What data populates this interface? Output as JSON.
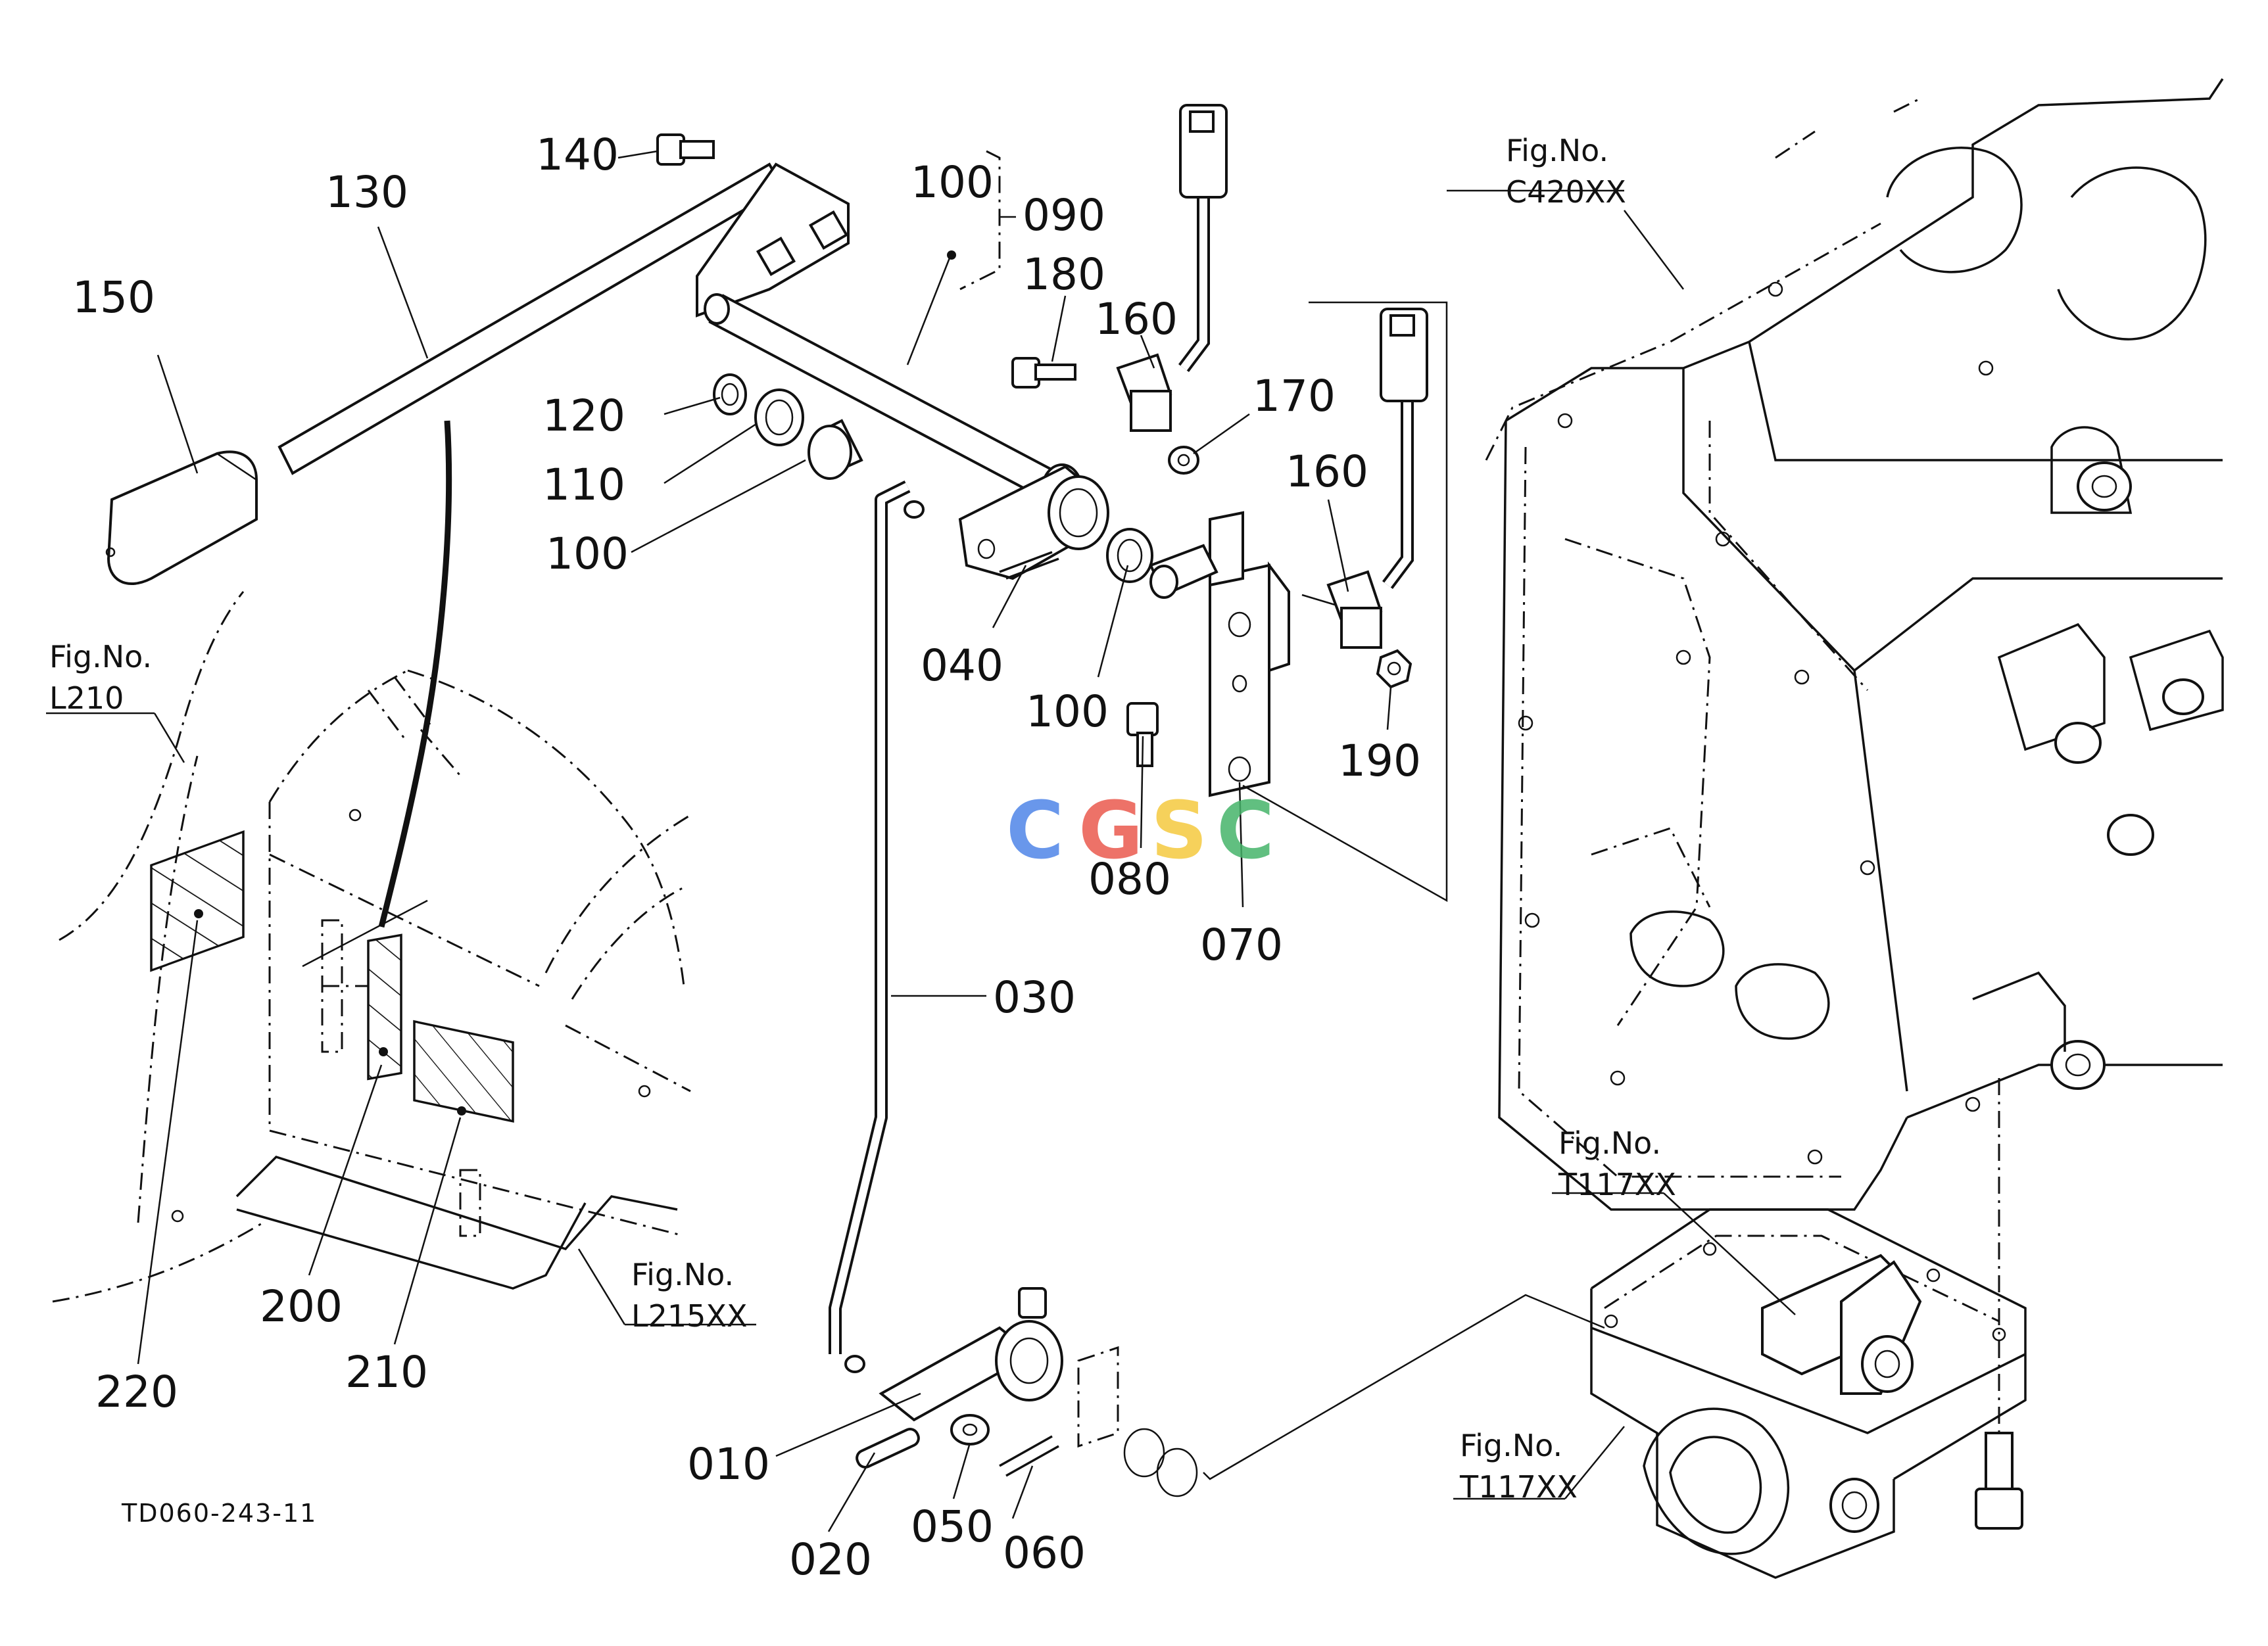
{
  "part_numbers": {
    "p010": "010",
    "p020": "020",
    "p030": "030",
    "p040": "040",
    "p050": "050",
    "p060": "060",
    "p070": "070",
    "p080": "080",
    "p090": "090",
    "p100a": "100",
    "p100b": "100",
    "p100c": "100",
    "p110": "110",
    "p120": "120",
    "p130": "130",
    "p140": "140",
    "p150": "150",
    "p160a": "160",
    "p160b": "160",
    "p170": "170",
    "p180": "180",
    "p190": "190",
    "p200": "200",
    "p210": "210",
    "p220": "220"
  },
  "figure_refs": {
    "c420": {
      "prefix": "Fig.No.",
      "code": "C420XX"
    },
    "l210": {
      "prefix": "Fig.No.",
      "code": "L210"
    },
    "l215": {
      "prefix": "Fig.No.",
      "code": "L215XX"
    },
    "t117a": {
      "prefix": "Fig.No.",
      "code": "T117XX"
    },
    "t117b": {
      "prefix": "Fig.No.",
      "code": "T117XX"
    }
  },
  "drawing_code": "TD060-243-11",
  "watermark": {
    "letters": [
      "C",
      "G",
      "S",
      "C"
    ],
    "colors": [
      "#4f86e8",
      "#ea5a4e",
      "#f5c93f",
      "#46b46a"
    ]
  }
}
